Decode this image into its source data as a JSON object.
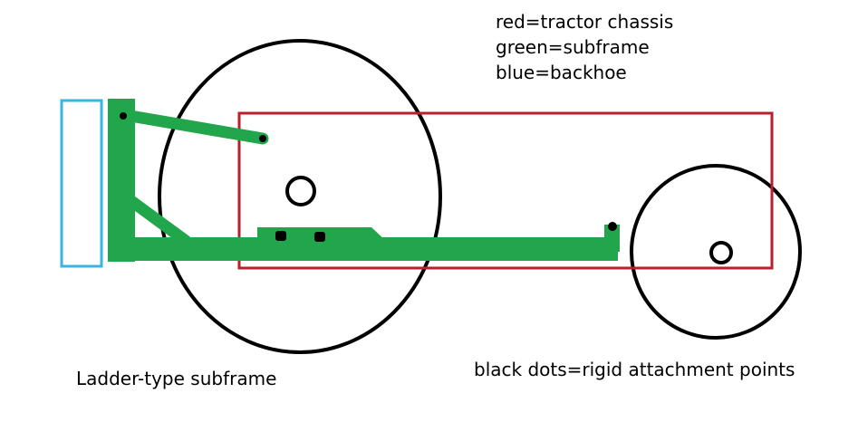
{
  "legend": [
    "red=tractor chassis",
    "green=subframe",
    "blue=backhoe"
  ],
  "captions": {
    "subframe_type": "Ladder-type subframe",
    "attachment_points": "black dots=rigid attachment points"
  },
  "colors": {
    "chassis": "#b8202e",
    "subframe": "#22a64b",
    "backhoe": "#3ab4e0",
    "wheel": "#000000",
    "dot": "#000000"
  }
}
